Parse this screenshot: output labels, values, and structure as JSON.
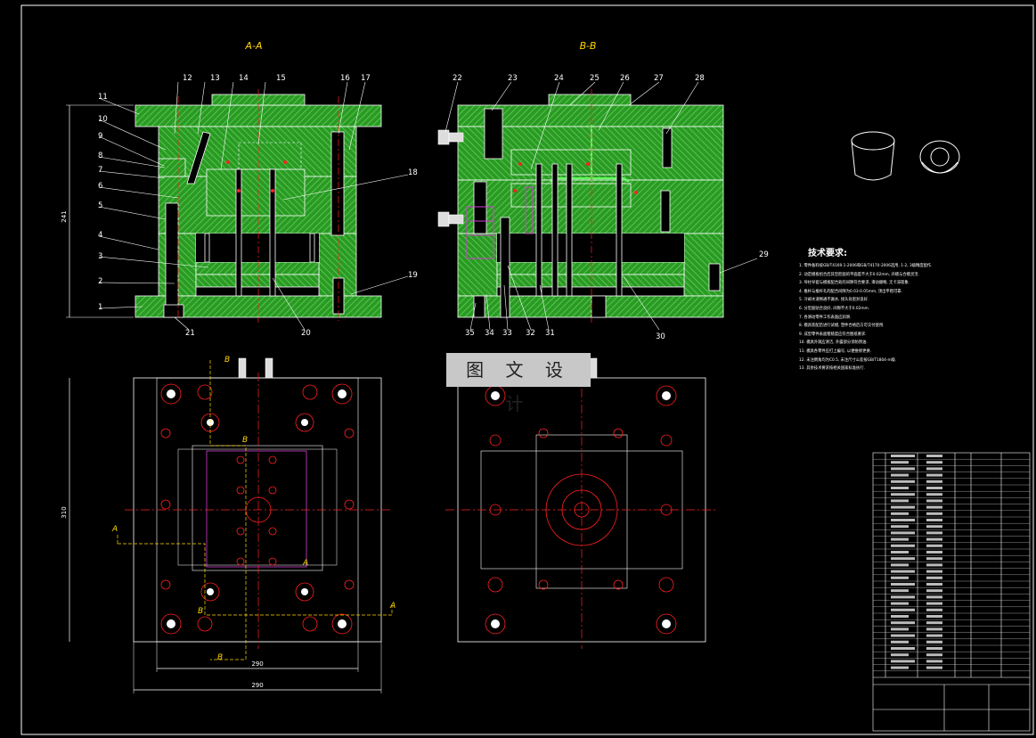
{
  "banner": {
    "text": "图 文 设 计"
  },
  "section_titles": {
    "aa": "A-A",
    "bb": "B-B"
  },
  "tech_requirements": {
    "title": "技术要求:",
    "lines": [
      "1. 零件备料按GB/T4169.1-2006和GB/T4170-2006选用, 1-2, 3级精度配作.",
      "2. 动定模板组合后其型腔面的平面度不大于0.02mm, 开模与合模灵活.",
      "3. 导柱导套与模板配合处的间隙符合要求, 滑动顺畅, 无卡滞现象.",
      "4. 推杆与推杆孔的配合间隙为0.03-0.05mm, 顶出平稳可靠.",
      "5. 冷却水道畅通不漏水, 接头处密封良好.",
      "6. 分型面贴合良好, 间隙不大于0.02mm.",
      "7. 各滑动零件工作表面应润滑.",
      "8. 模具装配后进行试模, 塑件合格后方可交付使用.",
      "9. 成型零件表面粗糙度应符合图纸要求.",
      "10. 模具外观应清洁, 外露部分涂防锈油.",
      "11. 模具各零件应打上编号, 以便维修更换.",
      "12. 未注倒角均为C0.5, 未注尺寸公差按GB/T1804-m级.",
      "13. 其余技术要求按相关国家标准执行."
    ]
  },
  "callouts_aa": [
    "1",
    "2",
    "3",
    "4",
    "5",
    "6",
    "7",
    "8",
    "9",
    "10",
    "11",
    "12",
    "13",
    "14",
    "15",
    "16",
    "17",
    "18",
    "19",
    "20",
    "21"
  ],
  "callouts_bb": [
    "22",
    "23",
    "24",
    "25",
    "26",
    "27",
    "28",
    "29",
    "30",
    "31",
    "32",
    "33",
    "34",
    "35"
  ],
  "dims": {
    "height_aa": "241",
    "height_plan": "310",
    "width_inner": "290",
    "width_outer": "290"
  },
  "section_marks": {
    "a": "A",
    "b": "B"
  },
  "colors": {
    "background": "#000000",
    "hatch_green": "#3db535",
    "leader_white": "#ffffff",
    "cut_line_yellow": "#ffd700",
    "center_line_red": "#ff2020",
    "part_magenta": "#d040d0"
  }
}
